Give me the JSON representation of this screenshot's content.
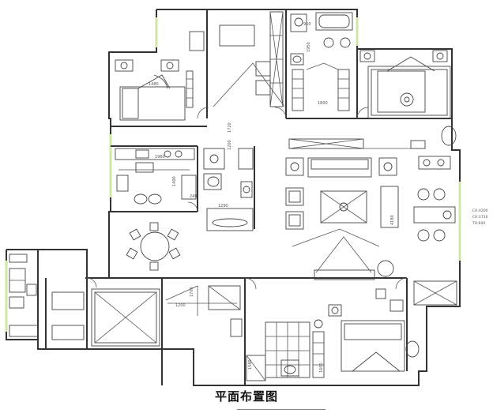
{
  "title": "平面布置图",
  "dimensions": {
    "d_950": "950",
    "d_1480": "1480",
    "d_1950": "1950",
    "d_1800": "1800",
    "d_1720": "1720",
    "d_1200": "1200",
    "d_1960": "1960",
    "d_1400": "1400",
    "d_240": "240",
    "d_1290": "1290",
    "d_4180": "4180",
    "d_1700": "1700",
    "d_1580": "1580",
    "d_1600": "1600"
  },
  "notes": {
    "line1": "CH:4200",
    "line2": "CH:1710",
    "line3": "TH:600"
  }
}
